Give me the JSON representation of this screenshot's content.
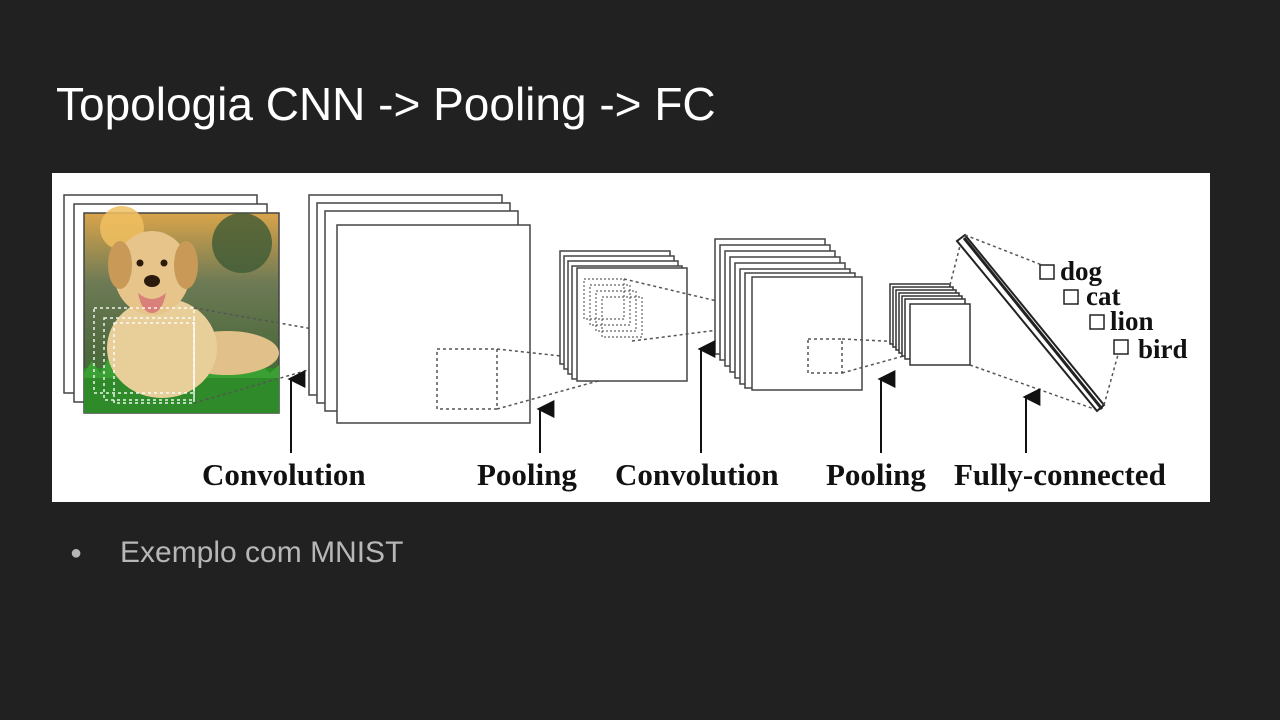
{
  "slide": {
    "title": "Topologia CNN -> Pooling -> FC",
    "bullets": [
      "Exemplo com MNIST"
    ]
  },
  "diagram": {
    "stages": [
      "Convolution",
      "Pooling",
      "Convolution",
      "Pooling",
      "Fully-connected"
    ],
    "classes": [
      "dog",
      "cat",
      "lion",
      "bird"
    ],
    "input_image": "dog-photo"
  },
  "colors": {
    "background": "#212121",
    "title": "#ffffff",
    "bullet_text": "#b7b7b7",
    "panel": "#ffffff"
  }
}
